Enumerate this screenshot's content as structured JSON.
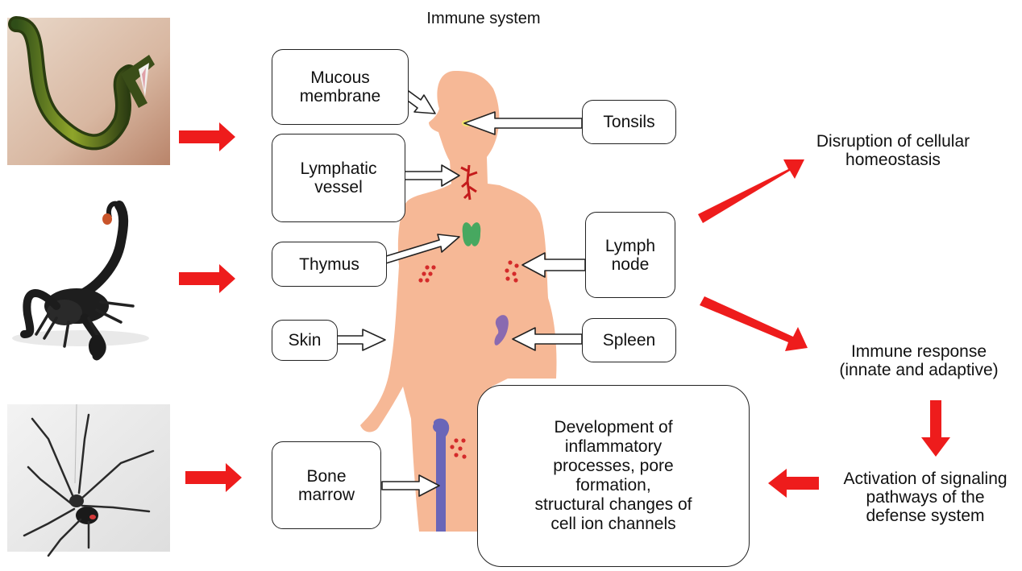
{
  "title": "Immune system",
  "organs": {
    "mucous_membrane": "Mucous\nmembrane",
    "lymphatic_vessel": "Lymphatic\nvessel",
    "thymus": "Thymus",
    "skin": "Skin",
    "bone_marrow": "Bone\nmarrow",
    "tonsils": "Tonsils",
    "lymph_node": "Lymph\nnode",
    "spleen": "Spleen"
  },
  "effects": {
    "disruption": "Disruption of cellular\nhomeostasis",
    "immune_response": "Immune response\n(innate and adaptive)",
    "activation": "Activation of signaling\npathways of the\ndefense system",
    "development": "Development of\ninflammatory\nprocesses, pore\nformation,\nstructural changes of\ncell ion channels"
  },
  "colors": {
    "red_arrow": "#ee1c1c",
    "skin": "#f6b896",
    "bone": "#6a66b8",
    "thymus": "#47a860",
    "spleen": "#8a6ab0",
    "lymph_dots": "#d42a2a",
    "vessel": "#c41b1b",
    "tonsil": "#f2e36a"
  },
  "icons": [
    "snake-photo",
    "scorpion-photo",
    "spider-photo"
  ]
}
